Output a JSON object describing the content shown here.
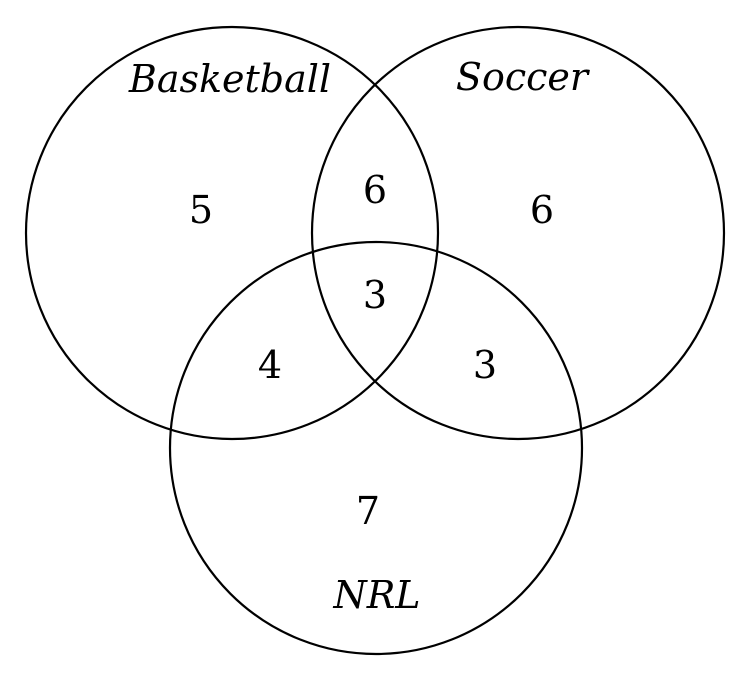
{
  "sets": {
    "basketball": "Basketball",
    "soccer": "Soccer",
    "nrl": "NRL"
  },
  "regions": {
    "basketball_only": "5",
    "soccer_only": "6",
    "nrl_only": "7",
    "basketball_soccer": "6",
    "basketball_nrl": "4",
    "soccer_nrl": "3",
    "all_three": "3"
  },
  "colors": {
    "stroke": "#000000",
    "background": "#ffffff"
  }
}
